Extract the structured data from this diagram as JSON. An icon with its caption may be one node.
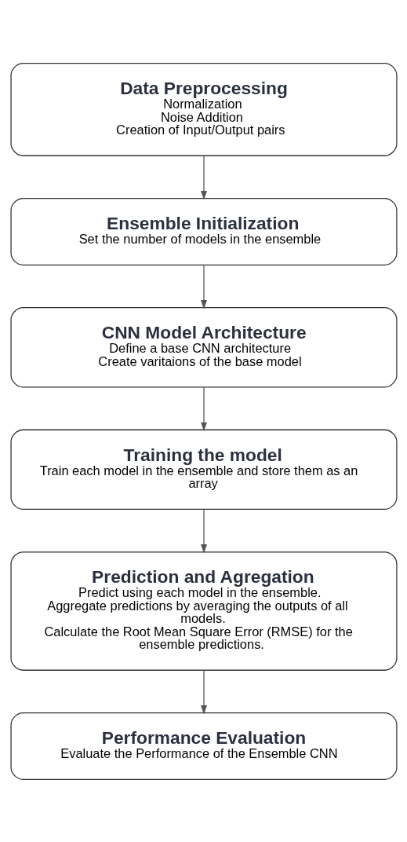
{
  "diagram": {
    "nodes": [
      {
        "text": [
          "Data Preprocessing",
          "Normalization",
          "Noise Addition",
          "Creation of Input/Output pairs"
        ]
      },
      {
        "text": [
          "Ensemble Initialization",
          "Set the number of models in the ensemble"
        ]
      },
      {
        "text": [
          "CNN Model Architecture",
          "Define a base CNN architecture",
          "Create varitaions of the base model"
        ]
      },
      {
        "text": [
          "Training the model",
          "Train each model in the ensemble and store them as an array"
        ]
      },
      {
        "text": [
          "Prediction and Agregation",
          "Predict using each model in the ensemble.",
          "Aggregate predictions by averaging the outputs of all models.",
          "Calculate the Root Mean Square Error (RMSE) for the ensemble predictions."
        ]
      },
      {
        "text": [
          "Performance Evaluation",
          "Evaluate the Performance of the Ensemble CNN"
        ]
      }
    ],
    "edges": [
      {
        "from": 0,
        "to": 1,
        "arrow": "to"
      },
      {
        "from": 1,
        "to": 2,
        "arrow": "to"
      },
      {
        "from": 2,
        "to": 3,
        "arrow": "to"
      },
      {
        "from": 3,
        "to": 4,
        "arrow": "to"
      },
      {
        "from": 4,
        "to": 5,
        "arrow": "to"
      }
    ]
  }
}
